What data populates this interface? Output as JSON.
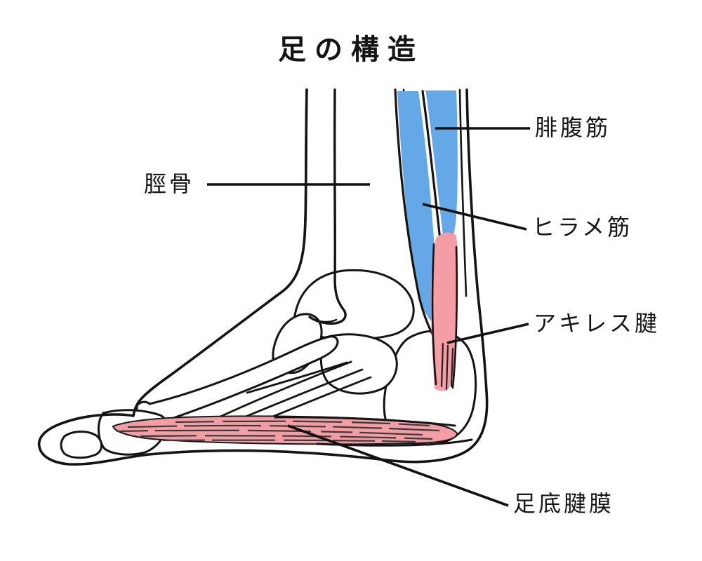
{
  "title": "足の構造",
  "diagram": {
    "type": "anatomical-diagram",
    "labels": {
      "tibia": "脛骨",
      "gastrocnemius": "腓腹筋",
      "soleus": "ヒラメ筋",
      "achilles_tendon": "アキレス腱",
      "plantar_fascia": "足底腱膜"
    },
    "colors": {
      "muscle_blue": "#64a8e8",
      "tendon_pink": "#f59da5",
      "outline_black": "#141414",
      "streak_dark": "#3b3b3b",
      "background": "#ffffff"
    }
  }
}
